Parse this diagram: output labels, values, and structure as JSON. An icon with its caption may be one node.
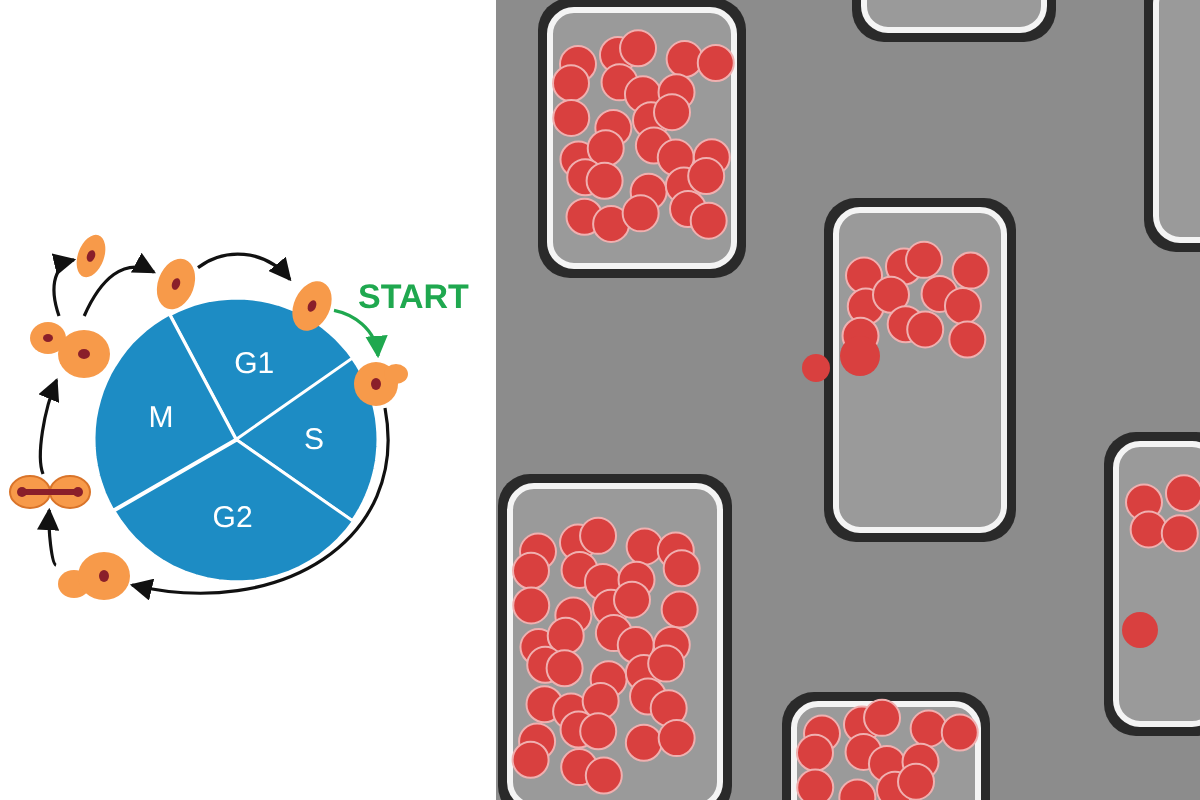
{
  "diagram": {
    "nodes": [
      {
        "text": [
          "G1"
        ]
      },
      {
        "text": [
          "M"
        ]
      },
      {
        "text": [
          "S"
        ]
      },
      {
        "text": [
          "G2"
        ]
      },
      {
        "text": [],
        "shape": "picture"
      },
      {
        "text": [],
        "shape": "picture"
      },
      {
        "text": [],
        "shape": "picture"
      },
      {
        "text": [],
        "shape": "picture"
      },
      {
        "text": [],
        "shape": "picture"
      },
      {
        "text": [],
        "shape": "picture"
      },
      {
        "text": [],
        "shape": "picture"
      }
    ],
    "edges": [
      {
        "from": 5,
        "to": 6,
        "arrow": "to"
      },
      {
        "from": 6,
        "to": 8,
        "arrow": "to",
        "label": "START",
        "color": "#1fa84f"
      },
      {
        "from": 8,
        "to": 10,
        "arrow": "to"
      },
      {
        "from": 10,
        "to": 9,
        "arrow": "to"
      },
      {
        "from": 9,
        "to": 7,
        "arrow": "to"
      },
      {
        "from": 7,
        "to": 4,
        "arrow": "to"
      },
      {
        "from": 7,
        "to": 5,
        "arrow": "to"
      }
    ]
  }
}
